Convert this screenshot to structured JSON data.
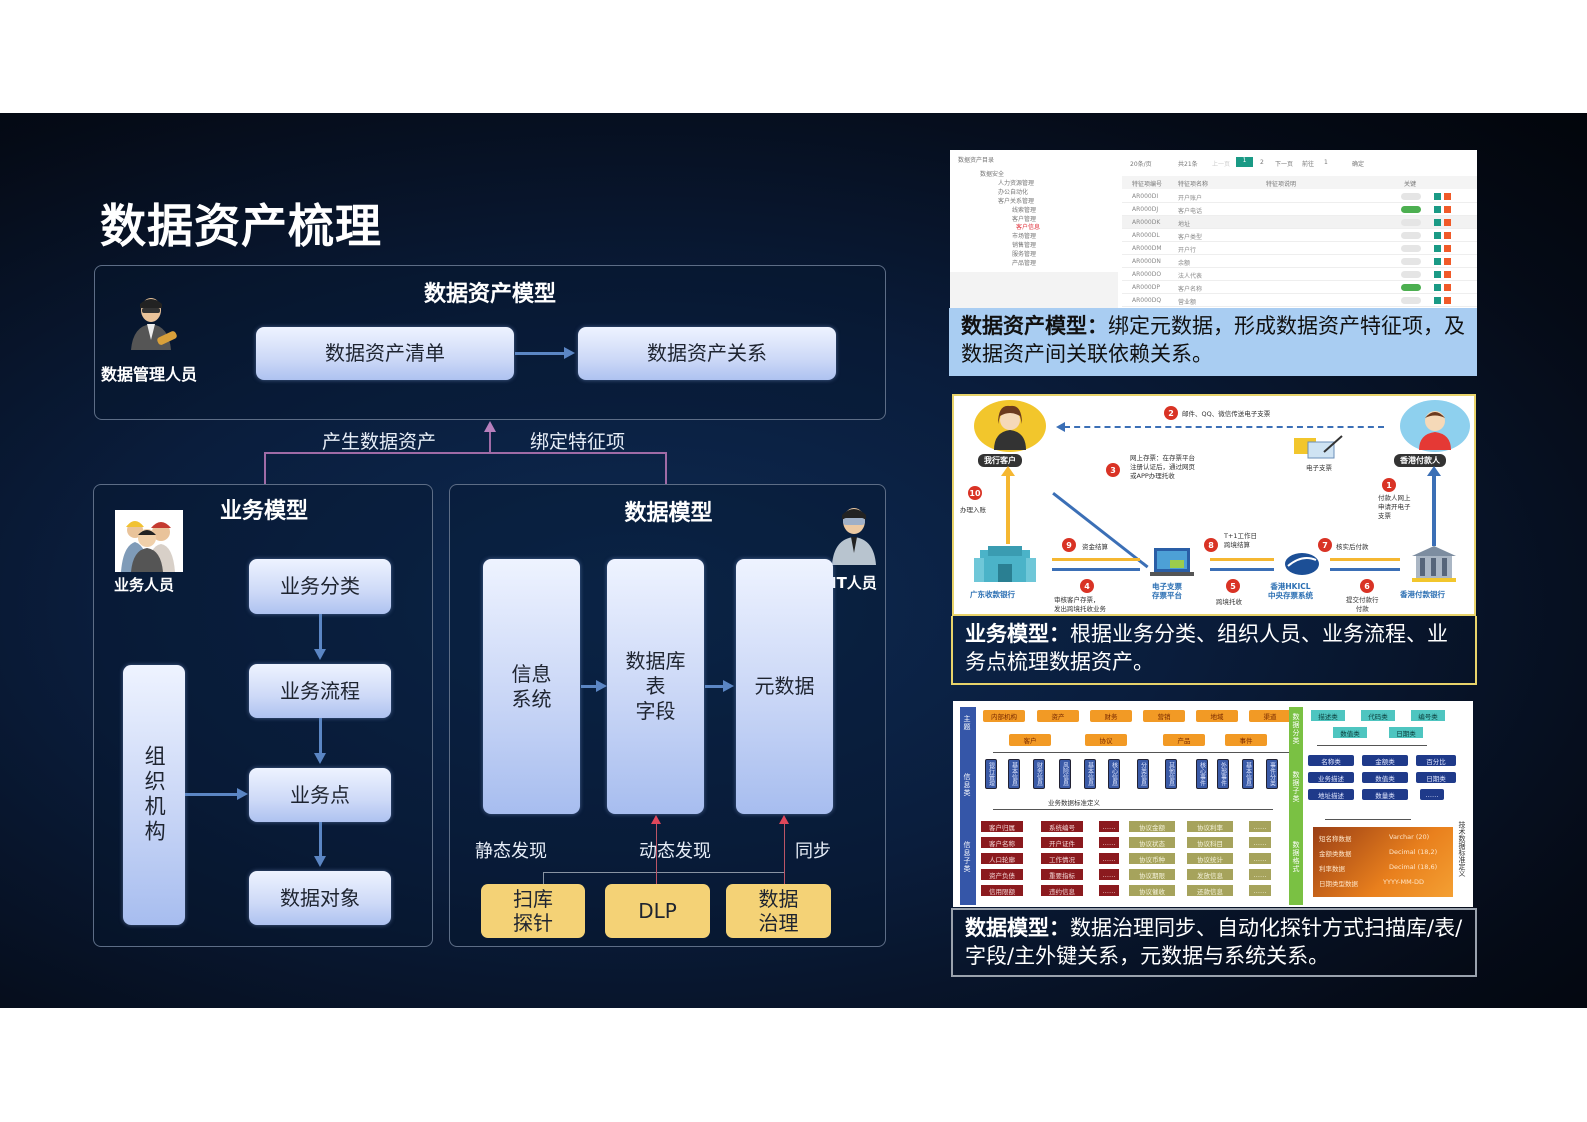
{
  "title": "数据资产梳理",
  "asset_model": {
    "title": "数据资产模型",
    "role": "数据管理人员",
    "boxes": [
      "数据资产清单",
      "数据资产关系"
    ]
  },
  "connector": {
    "left_label": "产生数据资产",
    "right_label": "绑定特征项"
  },
  "business_model": {
    "title": "业务模型",
    "role": "业务人员",
    "org_box": "组织机构",
    "flow": [
      "业务分类",
      "业务流程",
      "业务点",
      "数据对象"
    ]
  },
  "data_model": {
    "title": "数据模型",
    "role": "IT人员",
    "columns": [
      {
        "label": "信息\n系统"
      },
      {
        "label": "数据库\n表\n字段"
      },
      {
        "label": "元数据"
      }
    ],
    "discovery_labels": [
      "静态发现",
      "动态发现",
      "同步"
    ],
    "sources": [
      {
        "label": "扫库\n探针"
      },
      {
        "label": "DLP"
      },
      {
        "label": "数据\n治理"
      }
    ]
  },
  "right_panels": {
    "asset_screenshot": {
      "tree_title": "数据资产目录",
      "tree_items": [
        "数据安全",
        "人力资源管理",
        "办公自动化",
        "客户关系管理",
        "线索管理",
        "客户管理",
        "客户信息",
        "市场管理",
        "销售管理",
        "服务管理",
        "产品管理"
      ],
      "pager": {
        "page_size": "20条/页",
        "total": "共21条",
        "prev": "上一页",
        "current": "1",
        "next_page": "2",
        "next": "下一页",
        "goto": "前往",
        "page_input": "1",
        "page_unit": "页",
        "confirm": "确定"
      },
      "columns": [
        "特征项编号",
        "特征项名称",
        "特征项说明",
        "关键"
      ],
      "rows": [
        {
          "id": "AR000DI",
          "name": "开户账户",
          "key": false
        },
        {
          "id": "AR000DJ",
          "name": "客户电话",
          "key": true
        },
        {
          "id": "AR000DK",
          "name": "地址",
          "key": false
        },
        {
          "id": "AR000DL",
          "name": "客户类型",
          "key": false
        },
        {
          "id": "AR000DM",
          "name": "开户行",
          "key": false
        },
        {
          "id": "AR000DN",
          "name": "余额",
          "key": false
        },
        {
          "id": "AR000DO",
          "name": "法人代表",
          "key": false
        },
        {
          "id": "AR000DP",
          "name": "客户名称",
          "key": true
        },
        {
          "id": "AR000DQ",
          "name": "营业额",
          "key": false
        }
      ],
      "caption_bold": "数据资产模型：",
      "caption_text": "绑定元数据，形成数据资产特征项，及数据资产间关联依赖关系。"
    },
    "business_screenshot": {
      "nodes": {
        "our_customer": "我行客户",
        "hk_payer": "香港付款人",
        "e_cheque": "电子支票",
        "gd_bank": "广东收款银行",
        "platform": "电子支票\n存票平台",
        "hkicl": "香港HKICL\n中央存票系统",
        "hk_bank": "香港付款银行"
      },
      "steps": [
        {
          "n": "1",
          "text": "付款人网上\n申请开电子\n支票"
        },
        {
          "n": "2",
          "text": "邮件、QQ、微信传送电子支票"
        },
        {
          "n": "3",
          "text": "网上存票：在存票平台\n注册认证后，通过网页\n或APP办理托收"
        },
        {
          "n": "4",
          "text": "审核客户存票，\n发出跨境托收业务"
        },
        {
          "n": "5",
          "text": "跨境托收"
        },
        {
          "n": "6",
          "text": "提交付款行\n付款"
        },
        {
          "n": "7",
          "text": "核实后付款"
        },
        {
          "n": "8",
          "text": "T+1工作日\n跨境结算"
        },
        {
          "n": "9",
          "text": "资金结算"
        },
        {
          "n": "10",
          "text": "办理入账"
        }
      ],
      "caption_bold": "业务模型：",
      "caption_text": "根据业务分类、组织人员、业务流程、业务点梳理数据资产。"
    },
    "data_screenshot": {
      "side_labels": [
        "主题",
        "信息类",
        "信息子类"
      ],
      "topics": [
        "内部机构",
        "资产",
        "财务",
        "营销",
        "地域",
        "渠道"
      ],
      "entities": [
        "客户",
        "协议",
        "产品",
        "事件"
      ],
      "info_classes": [
        "银行管理",
        "基本信息",
        "财务信息",
        "风险信息",
        "基本信息",
        "核心信息",
        "分类信息",
        "其他信息",
        "核心事件",
        "外部事件",
        "基本信息",
        "事件分类"
      ],
      "standard_label": "业务数据标准定义",
      "red_col1": [
        "客户归属",
        "客户名称",
        "人口轮廓",
        "资产负债",
        "信用限额"
      ],
      "red_col2": [
        "系统编号",
        "开户证件",
        "工作情况",
        "重要指标",
        "违约信息"
      ],
      "olive_col1": [
        "协议金额",
        "协议状态",
        "协议币种",
        "协议期限",
        "协议催收"
      ],
      "olive_col2": [
        "协议利率",
        "协议科目",
        "协议统计",
        "发放信息",
        "还款信息"
      ],
      "ellipsis": "……",
      "green_labels": [
        "数据分类",
        "数据子类",
        "数据格式"
      ],
      "data_classes": [
        "描述类",
        "代码类",
        "编号类",
        "数值类",
        "日期类"
      ],
      "data_subclasses": [
        "名称类",
        "金额类",
        "百分比",
        "业务描述",
        "数值类",
        "日期类",
        "地址描述",
        "数量类",
        "……"
      ],
      "formats": [
        {
          "name": "短名称数据",
          "type": "Varchar (20)"
        },
        {
          "name": "金额类数据",
          "type": "Decimal (18,2)"
        },
        {
          "name": "利率数据",
          "type": "Decimal (18,6)"
        },
        {
          "name": "日期类型数据",
          "type": "YYYY-MM-DD"
        }
      ],
      "tech_label": "技术数据标准定义",
      "caption_bold": "数据模型：",
      "caption_text": "数据治理同步、自动化探针方式扫描库/表/字段/主外键关系，元数据与系统关系。"
    }
  },
  "colors": {
    "background": "#0a1d3c",
    "box_light": "#cdd9f7",
    "yellow_box": "#f4d276",
    "arrow_blue": "#5b86c4",
    "connector_purple": "#a06ba6",
    "caption_blue_bg": "#a9cdf2",
    "caption_yellow_border": "#e8d36a"
  }
}
